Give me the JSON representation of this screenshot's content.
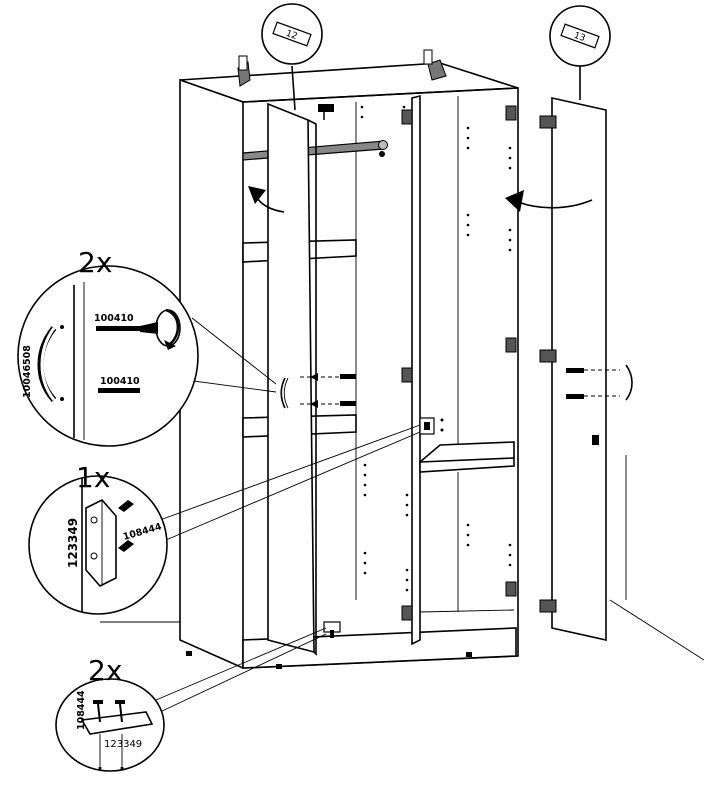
{
  "badges": {
    "left_door": "12",
    "right_door": "13"
  },
  "callouts": [
    {
      "id": "handle",
      "multiplier": "2x",
      "codes": [
        "10046508",
        "100410",
        "100410"
      ]
    },
    {
      "id": "hinge-bracket",
      "multiplier": "1x",
      "codes": [
        "123349",
        "108444"
      ]
    },
    {
      "id": "door-stop",
      "multiplier": "2x",
      "codes": [
        "108444",
        "123349"
      ]
    }
  ]
}
